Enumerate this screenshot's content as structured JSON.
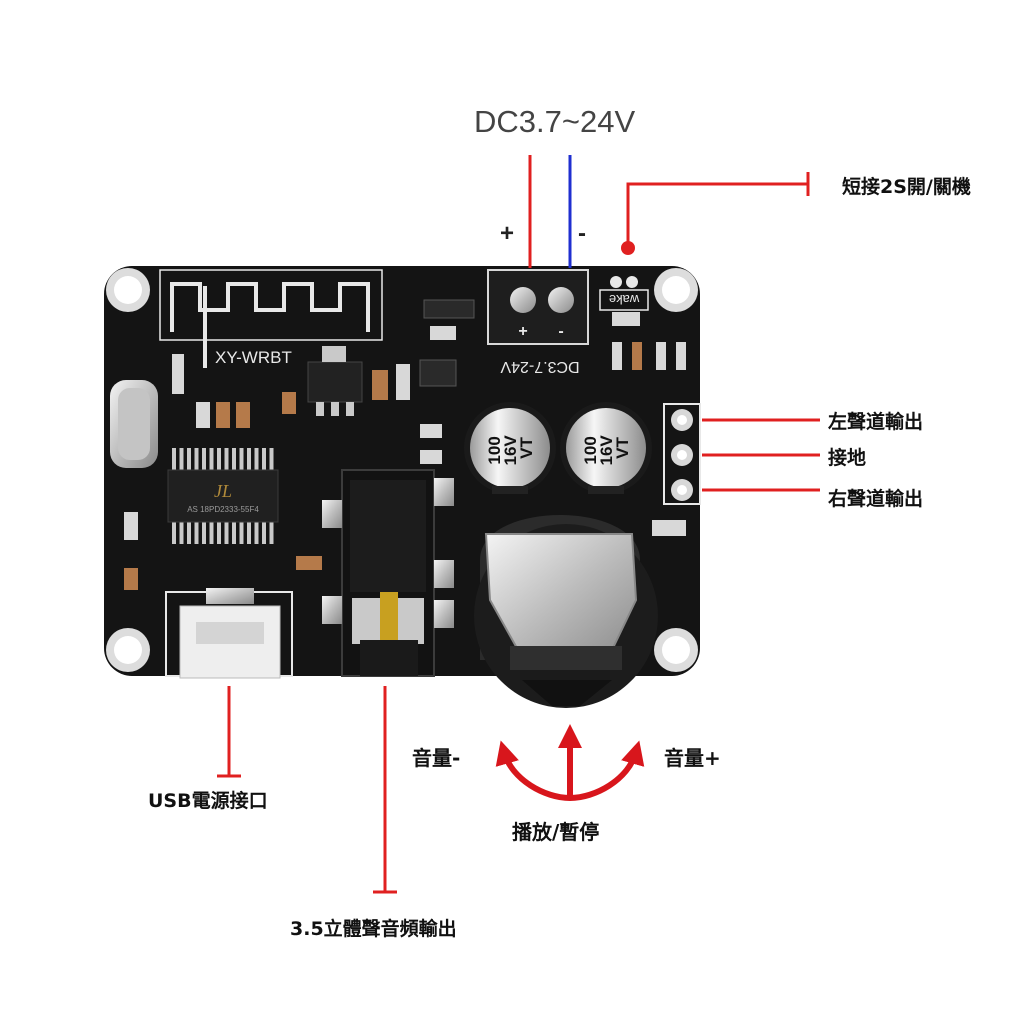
{
  "title": "DC3.7~24V",
  "power": {
    "plus": "+",
    "minus": "-"
  },
  "labels": {
    "wake": "短接2S開/關機",
    "left_out": "左聲道輸出",
    "ground": "接地",
    "right_out": "右聲道輸出",
    "usb": "USB電源接口",
    "audio_jack": "3.5立體聲音頻輸出",
    "vol_down": "音量-",
    "vol_up": "音量+",
    "play_pause": "播放/暫停"
  },
  "board": {
    "model": "XY-WRBT",
    "terminal_marks": [
      "+",
      "-"
    ],
    "voltage_mark": "DC3.7-24V",
    "wake_mark": "wake",
    "chip_logo": "JL",
    "chip_text": "AS 18PD2333-55F4",
    "cap_rating": [
      "100",
      "16V",
      "VT"
    ]
  },
  "colors": {
    "positive_wire": "#e02020",
    "negative_wire": "#1f2fd0",
    "pcb": "#141414",
    "silkscreen": "#e8e8e8",
    "arrow": "#d8161c"
  }
}
